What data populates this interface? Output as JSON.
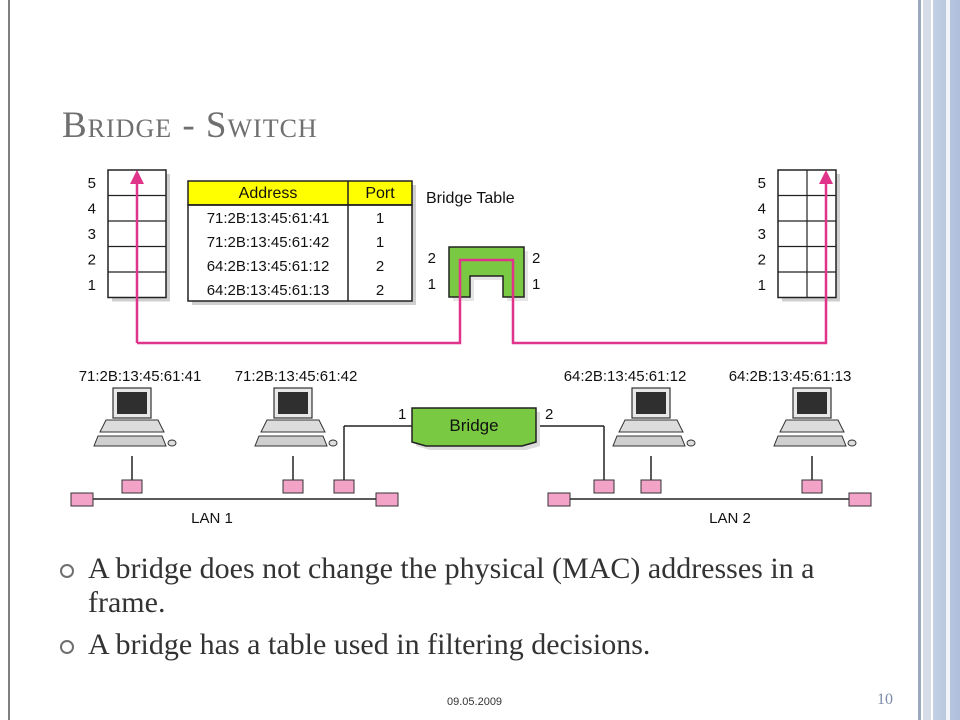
{
  "title": "Bridge - Switch",
  "bridge_table": {
    "label": "Bridge Table",
    "headers": [
      "Address",
      "Port"
    ],
    "rows": [
      [
        "71:2B:13:45:61:41",
        "1"
      ],
      [
        "71:2B:13:45:61:42",
        "1"
      ],
      [
        "64:2B:13:45:61:12",
        "2"
      ],
      [
        "64:2B:13:45:61:13",
        "2"
      ]
    ]
  },
  "stack_layers": [
    "5",
    "4",
    "3",
    "2",
    "1"
  ],
  "switch_ports": {
    "left_top": "2",
    "left_bottom": "1",
    "right_top": "2",
    "right_bottom": "1"
  },
  "hosts": [
    "71:2B:13:45:61:41",
    "71:2B:13:45:61:42",
    "64:2B:13:45:61:12",
    "64:2B:13:45:61:13"
  ],
  "bridge": {
    "label": "Bridge",
    "port_left": "1",
    "port_right": "2"
  },
  "lans": [
    "LAN 1",
    "LAN 2"
  ],
  "bullets": [
    "A bridge does not change the physical (MAC) addresses in a frame.",
    "A bridge has a table used in filtering decisions."
  ],
  "footer": {
    "date": "09.05.2009",
    "page": "10"
  },
  "colors": {
    "path": "#e0338a",
    "bridge": "#7ac943",
    "table_header": "#ffff00",
    "node": "#f4a3c8"
  }
}
